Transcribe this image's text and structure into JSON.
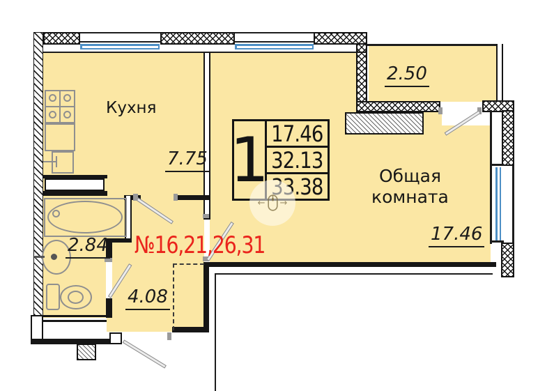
{
  "plan": {
    "apartment_numbers_label": "№16,21,26,31",
    "stamp": {
      "rooms_count": "1",
      "values": [
        "17.46",
        "32.13",
        "33.38"
      ]
    },
    "rooms": {
      "kitchen": {
        "label": "Кухня",
        "area": "7.75"
      },
      "living": {
        "label_line1": "Общая",
        "label_line2": "комната",
        "area": "17.46"
      },
      "balcony": {
        "area": "2.50"
      },
      "bathroom": {
        "area": "2.84"
      },
      "hallway": {
        "area": "4.08"
      }
    },
    "watermark": {
      "left_arrow": "←",
      "right_arrow": "→"
    },
    "colors": {
      "room_fill": "#fbe7a4",
      "wall": "#161616",
      "window_blue": "#4d8fc6",
      "accent_red": "#ea241c",
      "fixture_gray": "#8f8f8f"
    }
  }
}
